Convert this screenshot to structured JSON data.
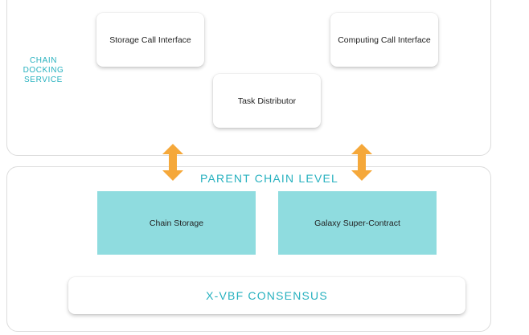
{
  "colors": {
    "accent": "#27b1bf",
    "block_fill": "#8fdcdf",
    "arrow": "#f5a83a",
    "panel_border": "#dcdcdc"
  },
  "top_section": {
    "side_label_lines": [
      "CHAIN",
      "DOCKING",
      "SERVICE"
    ],
    "storage_call": "Storage Call Interface",
    "computing_call": "Computing Call Interface",
    "task_distributor": "Task Distributor"
  },
  "bottom_section": {
    "title": "PARENT CHAIN LEVEL",
    "chain_storage": "Chain Storage",
    "galaxy": "Galaxy Super-Contract",
    "consensus": "X-VBF CONSENSUS"
  },
  "icons": {
    "link_arrow": "double-headed-vertical-arrow-icon"
  }
}
